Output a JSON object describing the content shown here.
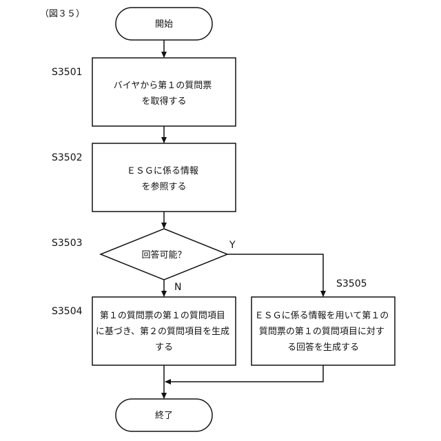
{
  "figure_label": "（図３５）",
  "steps": {
    "start": {
      "text": "開始"
    },
    "s3501": {
      "id": "S3501",
      "lines": [
        "バイヤから第１の質問票",
        "を取得する"
      ]
    },
    "s3502": {
      "id": "S3502",
      "lines": [
        "ＥＳＧに係る情報",
        "を参照する"
      ]
    },
    "s3503": {
      "id": "S3503",
      "lines": [
        "回答可能？"
      ],
      "yes_label": "Y",
      "no_label": "N"
    },
    "s3504": {
      "id": "S3504",
      "lines": [
        "第１の質問票の第１の質問項目",
        "に基づき、第２の質問項目を生成",
        "する"
      ]
    },
    "s3505": {
      "id": "S3505",
      "lines": [
        "ＥＳＧに係る情報を用いて第１の",
        "質問票の第１の質問項目に対す",
        "る回答を生成する"
      ]
    },
    "end": {
      "text": "終了"
    }
  }
}
